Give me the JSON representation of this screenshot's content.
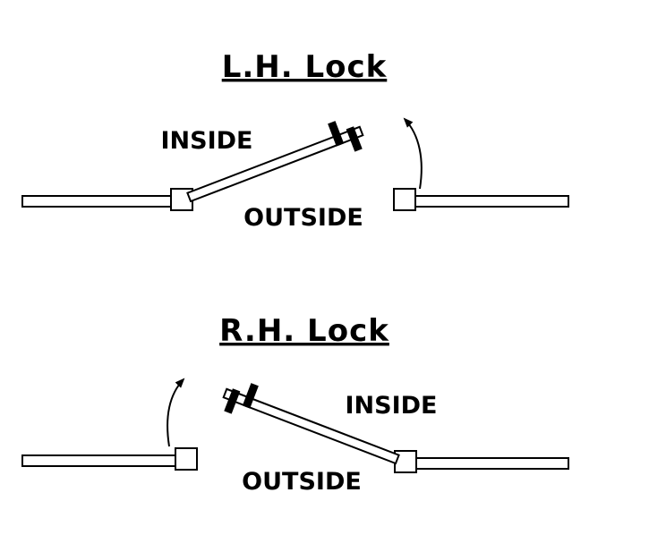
{
  "colors": {
    "ink": "#000000",
    "background": "#ffffff"
  },
  "diagrams": [
    {
      "title": "L.H. Lock",
      "inside_label": "INSIDE",
      "outside_label": "OUTSIDE"
    },
    {
      "title": "R.H. Lock",
      "inside_label": "INSIDE",
      "outside_label": "OUTSIDE"
    }
  ]
}
